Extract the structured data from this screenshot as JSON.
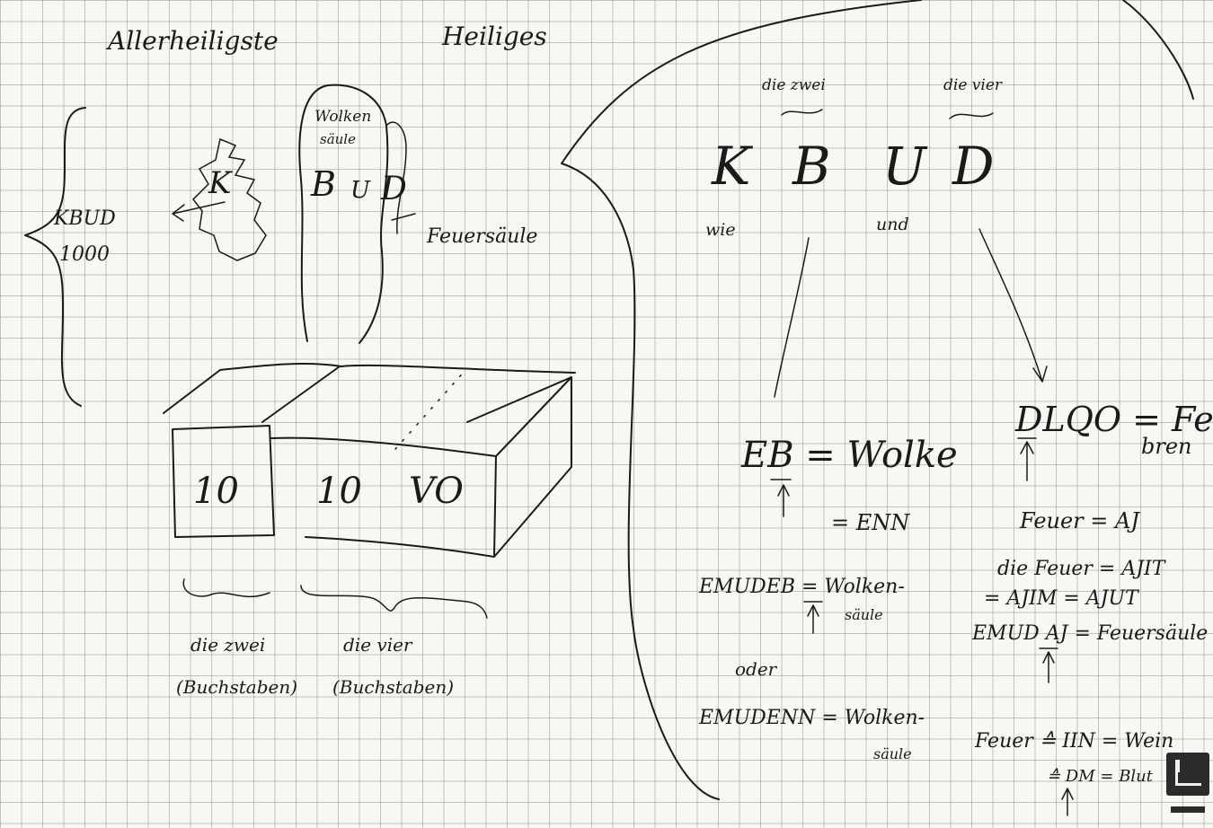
{
  "left_page": {
    "header_left": "Allerheiligste",
    "header_right": "Heiliges",
    "brace_label": [
      "KBUD",
      "1000"
    ],
    "left_letter": "K",
    "cloud_label": [
      "Wolken",
      "säule"
    ],
    "center_letters": [
      "B",
      "U",
      "D"
    ],
    "fire_label": "Feuersäule",
    "box_front": "10",
    "box_side": [
      "10",
      "VO"
    ],
    "under_left": [
      "die zwei",
      "(Buchstaben)"
    ],
    "under_right": [
      "die vier",
      "(Buchstaben)"
    ]
  },
  "right_page": {
    "over_b": "die zwei",
    "over_d": "die vier",
    "big_letters": [
      "K",
      "B",
      "U",
      "D"
    ],
    "under_k": "wie",
    "under_u": "und",
    "fire_eq": [
      "DLQO = Feuer",
      "bren"
    ],
    "cloud_eq": "EB = Wolke",
    "cloud_eq2": "= ENN",
    "fire_eq2": "Feuer = AJ",
    "fire_list": [
      "die Feuer = AJIT",
      "= AJIM = AJUT"
    ],
    "emud_eb": [
      "EMUDEB = Wolken-",
      "säule"
    ],
    "emud_aj": "EMUD AJ = Feuersäule",
    "oder": "oder",
    "emud_enn": [
      "EMUDENN = Wolken-",
      "säule"
    ],
    "wine_eq": "Feuer ≙ IIN = Wein",
    "blood_eq": "≙ DM = Blut"
  }
}
